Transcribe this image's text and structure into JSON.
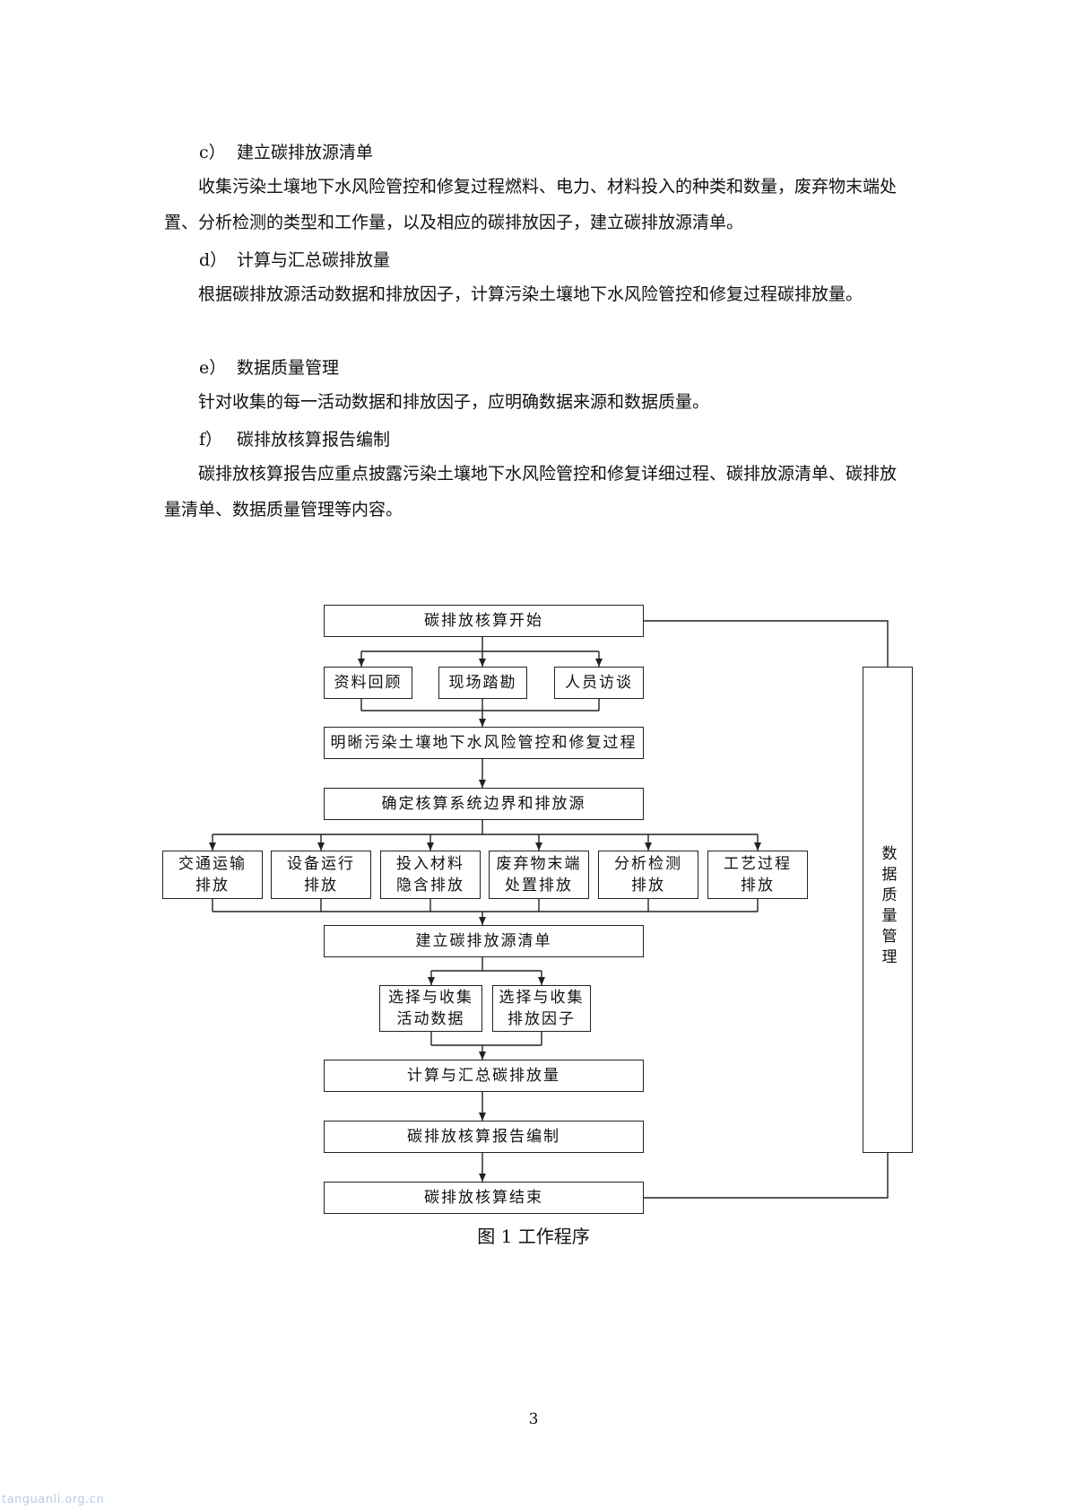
{
  "sections": [
    {
      "marker": "c）",
      "title": "建立碳排放源清单",
      "body": "收集污染土壤地下水风险管控和修复过程燃料、电力、材料投入的种类和数量，废弃物末端处置、分析检测的类型和工作量，以及相应的碳排放因子，建立碳排放源清单。"
    },
    {
      "marker": "d）",
      "title": "计算与汇总碳排放量",
      "body": "根据碳排放源活动数据和排放因子，计算污染土壤地下水风险管控和修复过程碳排放量。"
    },
    {
      "marker": "e）",
      "title": "数据质量管理",
      "body": "针对收集的每一活动数据和排放因子，应明确数据来源和数据质量。"
    },
    {
      "marker": "f）",
      "title": "碳排放核算报告编制",
      "body": "碳排放核算报告应重点披露污染土壤地下水风险管控和修复详细过程、碳排放源清单、碳排放量清单、数据质量管理等内容。"
    }
  ],
  "flowchart": {
    "start": "碳排放核算开始",
    "investigation": [
      "资料回顾",
      "现场踏勘",
      "人员访谈"
    ],
    "process": "明晰污染土壤地下水风险管控和修复过程",
    "boundary": "确定核算系统边界和排放源",
    "sources": [
      [
        "交通运输",
        "排放"
      ],
      [
        "设备运行",
        "排放"
      ],
      [
        "投入材料",
        "隐含排放"
      ],
      [
        "废弃物末端",
        "处置排放"
      ],
      [
        "分析检测",
        "排放"
      ],
      [
        "工艺过程",
        "排放"
      ]
    ],
    "inventory": "建立碳排放源清单",
    "collect": [
      [
        "选择与收集",
        "活动数据"
      ],
      [
        "选择与收集",
        "排放因子"
      ]
    ],
    "calculate": "计算与汇总碳排放量",
    "report": "碳排放核算报告编制",
    "end": "碳排放核算结束",
    "side": "数据质量管理"
  },
  "caption": "图 1 工作程序",
  "page_number": "3",
  "watermark": "tanguanli.org.cn"
}
